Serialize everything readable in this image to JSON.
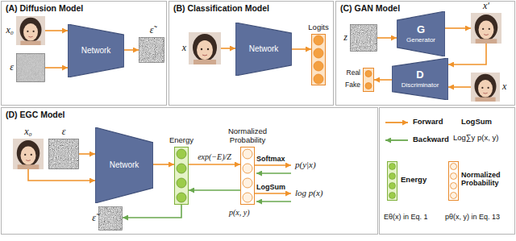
{
  "diagram": {
    "nodes": [
      {
        "text": [
          "(A) Diffusion Model"
        ]
      },
      {
        "text": [
          "x₀"
        ],
        "in": 0
      },
      {
        "text": [
          "ε"
        ],
        "in": 0
      },
      {
        "text": [
          "Network"
        ],
        "in": 0
      },
      {
        "text": [
          "ε̃"
        ],
        "in": 0
      },
      {
        "text": [
          "(B) Classification Model"
        ]
      },
      {
        "text": [
          "x"
        ],
        "in": 5
      },
      {
        "text": [
          "Network"
        ],
        "in": 5
      },
      {
        "text": [
          "Logits"
        ],
        "in": 5
      },
      {
        "text": [
          "(C) GAN Model"
        ]
      },
      {
        "text": [
          "z"
        ],
        "in": 9
      },
      {
        "text": [
          "G",
          "Generator"
        ],
        "in": 9
      },
      {
        "text": [
          "x′"
        ],
        "in": 9
      },
      {
        "text": [
          "D",
          "Discriminator"
        ],
        "in": 9
      },
      {
        "text": [
          "x"
        ],
        "in": 9
      },
      {
        "text": [
          "Real",
          "Fake"
        ],
        "in": 9
      },
      {
        "text": [
          "(D) EGC Model"
        ]
      },
      {
        "text": [
          "x₀"
        ],
        "in": 16
      },
      {
        "text": [
          "ε"
        ],
        "in": 16
      },
      {
        "text": [
          "Network"
        ],
        "in": 16
      },
      {
        "text": [
          "ε̃"
        ],
        "in": 16
      },
      {
        "text": [
          "Energy"
        ],
        "in": 16
      },
      {
        "text": [
          "Normalized Probability"
        ],
        "in": 16
      }
    ],
    "edges": [
      {
        "from": 1,
        "to": 3,
        "arrow": "to"
      },
      {
        "from": 2,
        "to": 3,
        "arrow": "to"
      },
      {
        "from": 3,
        "to": 4,
        "arrow": "to"
      },
      {
        "from": 6,
        "to": 7,
        "arrow": "to"
      },
      {
        "from": 7,
        "to": 8,
        "arrow": "to"
      },
      {
        "from": 10,
        "to": 11,
        "arrow": "to"
      },
      {
        "from": 11,
        "to": 12,
        "arrow": "to"
      },
      {
        "from": 12,
        "to": 13,
        "arrow": "to"
      },
      {
        "from": 14,
        "to": 13,
        "arrow": "to"
      },
      {
        "from": 13,
        "to": 15,
        "arrow": "to"
      },
      {
        "from": 17,
        "to": 19,
        "arrow": "to"
      },
      {
        "from": 18,
        "to": 19,
        "arrow": "to"
      },
      {
        "from": 19,
        "to": 21,
        "arrow": "to"
      },
      {
        "from": 21,
        "to": 22,
        "label": "exp(−E)/Z",
        "arrow": "to"
      },
      {
        "from": 22,
        "to": 21,
        "arrow": "to"
      },
      {
        "from": 21,
        "to": 20,
        "arrow": "to"
      }
    ],
    "labels": [
      "Softmax",
      "p(y|x)",
      "LogSum",
      "log p(x)",
      "p(x, y)",
      "LogSum",
      "Log∑y p(x, y)",
      "Eθ(x) in Eq. 1",
      "pθ(x, y) in Eq. 13"
    ],
    "legend": [
      {
        "text": "Forward"
      },
      {
        "text": "Backward"
      },
      {
        "text": "Energy"
      },
      {
        "text": "Normalized Probability"
      }
    ]
  }
}
